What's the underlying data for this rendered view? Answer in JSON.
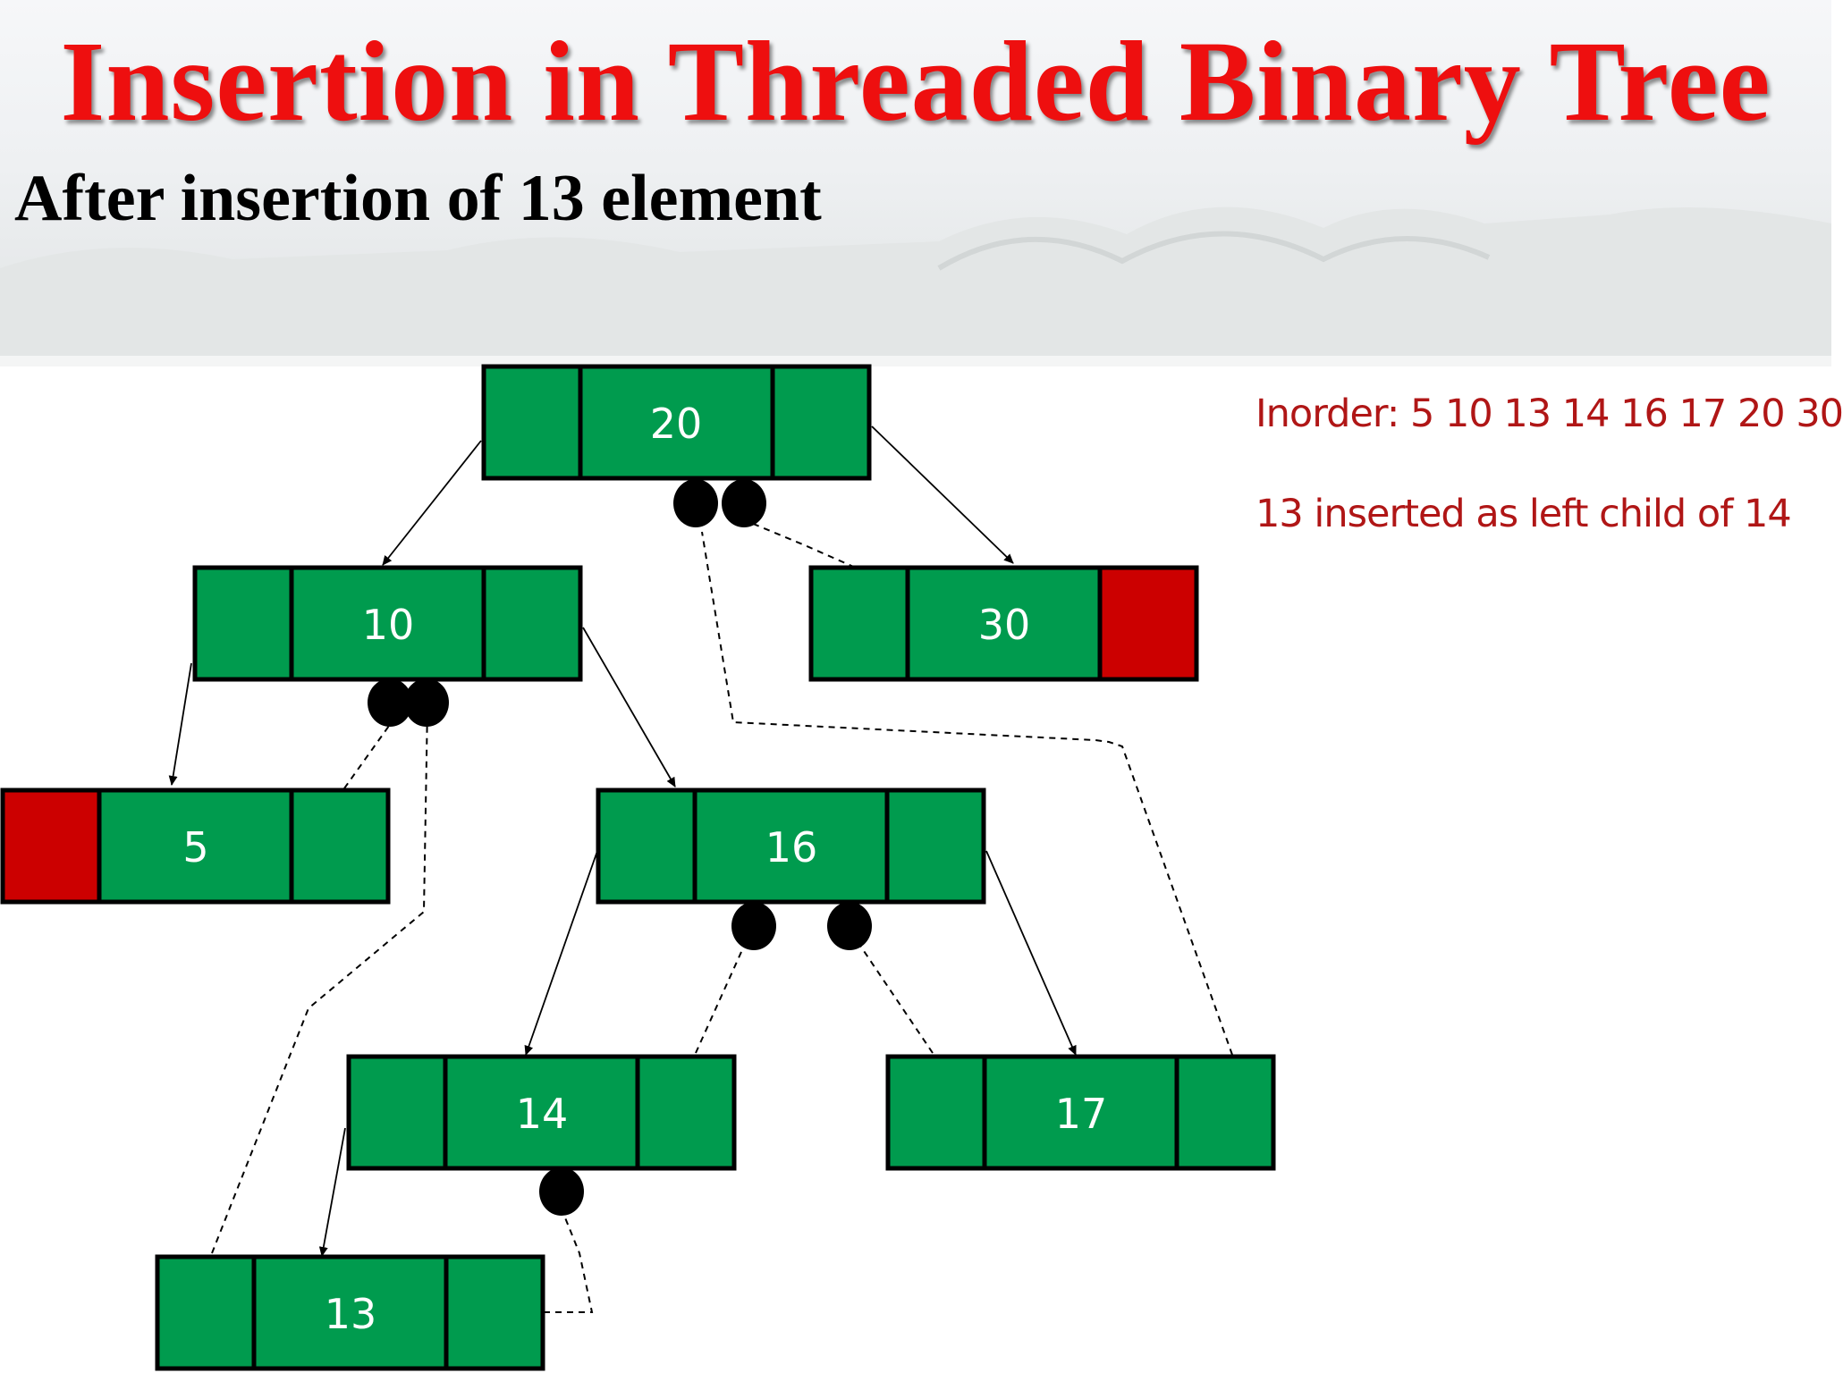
{
  "title": "Insertion in Threaded Binary Tree",
  "subtitle": "After insertion of 13 element",
  "notes": {
    "inorder": "Inorder: 5 10 13 14 16 17 20 30",
    "insertion": "13 inserted as left child of 14"
  },
  "colors": {
    "node_fill": "#009b4e",
    "null_thread": "#cc0000",
    "title": "#ee0f0f",
    "notes": "#b01616"
  },
  "tree": {
    "nodes": [
      {
        "id": "n20",
        "value": "20"
      },
      {
        "id": "n10",
        "value": "10"
      },
      {
        "id": "n30",
        "value": "30"
      },
      {
        "id": "n5",
        "value": "5"
      },
      {
        "id": "n16",
        "value": "16"
      },
      {
        "id": "n14",
        "value": "14"
      },
      {
        "id": "n17",
        "value": "17"
      },
      {
        "id": "n13",
        "value": "13"
      }
    ],
    "child_links": [
      {
        "from": "20",
        "to": "10"
      },
      {
        "from": "20",
        "to": "30"
      },
      {
        "from": "10",
        "to": "5"
      },
      {
        "from": "10",
        "to": "16"
      },
      {
        "from": "16",
        "to": "14"
      },
      {
        "from": "16",
        "to": "17"
      },
      {
        "from": "14",
        "to": "13"
      }
    ],
    "threads": [
      {
        "from": "30",
        "to": "20"
      },
      {
        "from": "17",
        "to": "20"
      },
      {
        "from": "5",
        "to": "10"
      },
      {
        "from": "13",
        "to": "10"
      },
      {
        "from": "14",
        "to": "16"
      },
      {
        "from": "17",
        "to": "16"
      },
      {
        "from": "13",
        "to": "14"
      }
    ]
  }
}
